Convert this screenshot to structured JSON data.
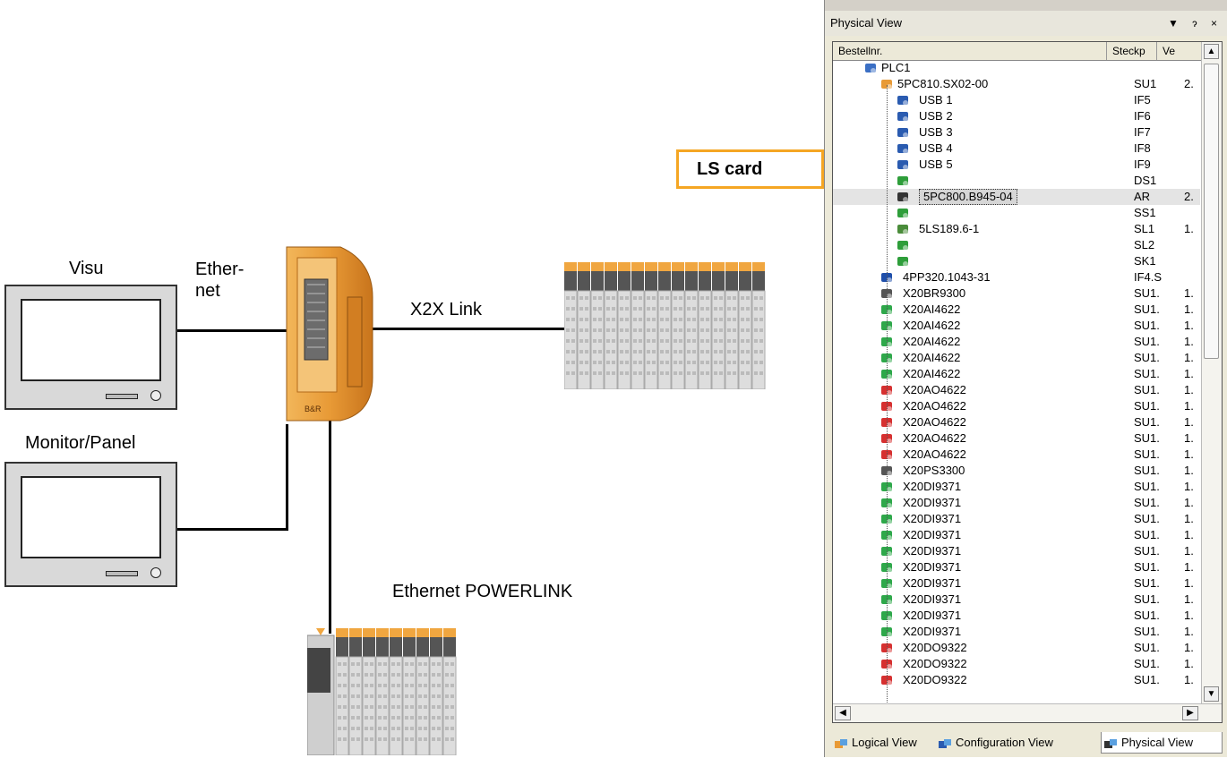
{
  "diagram": {
    "labels": {
      "visu": "Visu",
      "ethernet": "Ether-\nnet",
      "monitor_panel": "Monitor/Panel",
      "x2x": "X2X Link",
      "powerlink": "Ethernet POWERLINK",
      "ls_card": "LS card"
    },
    "colors": {
      "accent": "#f5a623",
      "plc": "#e8932c"
    }
  },
  "panel": {
    "title": "Physical View",
    "title_controls": "▼ ɂ ×",
    "columns": [
      "Bestellnr.",
      "Steckp",
      "Ve"
    ],
    "rows": [
      {
        "name": "PLC1",
        "slot": "",
        "ver": "",
        "icon": "network-icon"
      },
      {
        "name": "5PC810.SX02-00",
        "slot": "SU1",
        "ver": "2.",
        "icon": "cpu-box-icon"
      },
      {
        "name": "USB 1",
        "slot": "IF5",
        "ver": "",
        "icon": "usb-icon"
      },
      {
        "name": "USB 2",
        "slot": "IF6",
        "ver": "",
        "icon": "usb-icon"
      },
      {
        "name": "USB 3",
        "slot": "IF7",
        "ver": "",
        "icon": "usb-icon"
      },
      {
        "name": "USB 4",
        "slot": "IF8",
        "ver": "",
        "icon": "usb-icon"
      },
      {
        "name": "USB 5",
        "slot": "IF9",
        "ver": "",
        "icon": "usb-icon"
      },
      {
        "name": "",
        "slot": "DS1",
        "ver": "",
        "icon": "empty-slot-icon"
      },
      {
        "name": "5PC800.B945-04",
        "slot": "AR",
        "ver": "2.",
        "icon": "card-icon",
        "selected": true
      },
      {
        "name": "",
        "slot": "SS1",
        "ver": "",
        "icon": "empty-slot-icon"
      },
      {
        "name": "5LS189.6-1",
        "slot": "SL1",
        "ver": "1.",
        "icon": "ls-card-icon"
      },
      {
        "name": "",
        "slot": "SL2",
        "ver": "",
        "icon": "empty-slot-icon"
      },
      {
        "name": "",
        "slot": "SK1",
        "ver": "",
        "icon": "empty-slot-icon"
      },
      {
        "name": "4PP320.1043-31",
        "slot": "IF4.S",
        "ver": "",
        "icon": "panel-icon"
      },
      {
        "name": "X20BR9300",
        "slot": "SU1.",
        "ver": "1.",
        "icon": "bus-receiver-icon"
      },
      {
        "name": "X20AI4622",
        "slot": "SU1.",
        "ver": "1.",
        "icon": "analog-in-icon"
      },
      {
        "name": "X20AI4622",
        "slot": "SU1.",
        "ver": "1.",
        "icon": "analog-in-icon"
      },
      {
        "name": "X20AI4622",
        "slot": "SU1.",
        "ver": "1.",
        "icon": "analog-in-icon"
      },
      {
        "name": "X20AI4622",
        "slot": "SU1.",
        "ver": "1.",
        "icon": "analog-in-icon"
      },
      {
        "name": "X20AI4622",
        "slot": "SU1.",
        "ver": "1.",
        "icon": "analog-in-icon"
      },
      {
        "name": "X20AO4622",
        "slot": "SU1.",
        "ver": "1.",
        "icon": "analog-out-icon"
      },
      {
        "name": "X20AO4622",
        "slot": "SU1.",
        "ver": "1.",
        "icon": "analog-out-icon"
      },
      {
        "name": "X20AO4622",
        "slot": "SU1.",
        "ver": "1.",
        "icon": "analog-out-icon"
      },
      {
        "name": "X20AO4622",
        "slot": "SU1.",
        "ver": "1.",
        "icon": "analog-out-icon"
      },
      {
        "name": "X20AO4622",
        "slot": "SU1.",
        "ver": "1.",
        "icon": "analog-out-icon"
      },
      {
        "name": "X20PS3300",
        "slot": "SU1.",
        "ver": "1.",
        "icon": "bus-receiver-icon"
      },
      {
        "name": "X20DI9371",
        "slot": "SU1.",
        "ver": "1.",
        "icon": "digital-in-icon"
      },
      {
        "name": "X20DI9371",
        "slot": "SU1.",
        "ver": "1.",
        "icon": "digital-in-icon"
      },
      {
        "name": "X20DI9371",
        "slot": "SU1.",
        "ver": "1.",
        "icon": "digital-in-icon"
      },
      {
        "name": "X20DI9371",
        "slot": "SU1.",
        "ver": "1.",
        "icon": "digital-in-icon"
      },
      {
        "name": "X20DI9371",
        "slot": "SU1.",
        "ver": "1.",
        "icon": "digital-in-icon"
      },
      {
        "name": "X20DI9371",
        "slot": "SU1.",
        "ver": "1.",
        "icon": "digital-in-icon"
      },
      {
        "name": "X20DI9371",
        "slot": "SU1.",
        "ver": "1.",
        "icon": "digital-in-icon"
      },
      {
        "name": "X20DI9371",
        "slot": "SU1.",
        "ver": "1.",
        "icon": "digital-in-icon"
      },
      {
        "name": "X20DI9371",
        "slot": "SU1.",
        "ver": "1.",
        "icon": "digital-in-icon"
      },
      {
        "name": "X20DI9371",
        "slot": "SU1.",
        "ver": "1.",
        "icon": "digital-in-icon"
      },
      {
        "name": "X20DO9322",
        "slot": "SU1.",
        "ver": "1.",
        "icon": "digital-out-icon"
      },
      {
        "name": "X20DO9322",
        "slot": "SU1.",
        "ver": "1.",
        "icon": "digital-out-icon"
      },
      {
        "name": "X20DO9322",
        "slot": "SU1.",
        "ver": "1.",
        "icon": "digital-out-icon"
      }
    ],
    "tabs": [
      {
        "label": "Logical View",
        "icon": "logical-view-icon"
      },
      {
        "label": "Configuration View",
        "icon": "configuration-view-icon"
      },
      {
        "label": "Physical View",
        "icon": "physical-view-icon",
        "active": true
      }
    ]
  }
}
